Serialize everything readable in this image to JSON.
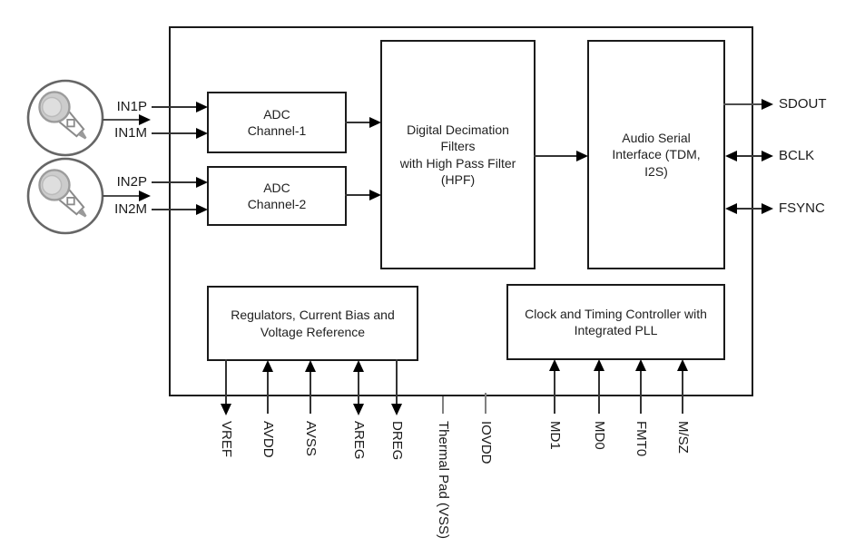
{
  "blocks": {
    "adc1": {
      "label": "ADC\nChannel-1"
    },
    "adc2": {
      "label": "ADC\nChannel-2"
    },
    "decimation": {
      "label": "Digital Decimation\nFilters\nwith High Pass Filter\n(HPF)"
    },
    "asi": {
      "label": "Audio Serial\nInterface (TDM,\nI2S)"
    },
    "regulators": {
      "label": "Regulators, Current Bias and\nVoltage Reference"
    },
    "clock": {
      "label": "Clock and Timing Controller with\nIntegrated PLL"
    }
  },
  "pins": {
    "inputs": [
      {
        "label": "IN1P",
        "direction": "in"
      },
      {
        "label": "IN1M",
        "direction": "in"
      },
      {
        "label": "IN2P",
        "direction": "in"
      },
      {
        "label": "IN2M",
        "direction": "in"
      }
    ],
    "outputs": [
      {
        "label": "SDOUT",
        "direction": "out"
      },
      {
        "label": "BCLK",
        "direction": "bidirectional"
      },
      {
        "label": "FSYNC",
        "direction": "bidirectional"
      }
    ],
    "bottom": [
      {
        "label": "VREF",
        "direction": "out"
      },
      {
        "label": "AVDD",
        "direction": "in"
      },
      {
        "label": "AVSS",
        "direction": "in"
      },
      {
        "label": "AREG",
        "direction": "bidirectional"
      },
      {
        "label": "DREG",
        "direction": "out"
      },
      {
        "label": "Thermal Pad (VSS)",
        "direction": "none"
      },
      {
        "label": "IOVDD",
        "direction": "none"
      },
      {
        "label": "MD1",
        "direction": "in"
      },
      {
        "label": "MD0",
        "direction": "in"
      },
      {
        "label": "FMT0",
        "direction": "in"
      },
      {
        "label": "M/SZ",
        "direction": "in"
      }
    ]
  },
  "icons": {
    "mic1": "microphone-icon",
    "mic2": "microphone-icon"
  },
  "colors": {
    "background": "#ffffff",
    "block_border": "#1a1a1a",
    "signal_line": "#333333",
    "mic_line": "#4d4d4d",
    "gray_line": "#808080",
    "arrow": "#000000",
    "mic_head": "#cccccc"
  }
}
